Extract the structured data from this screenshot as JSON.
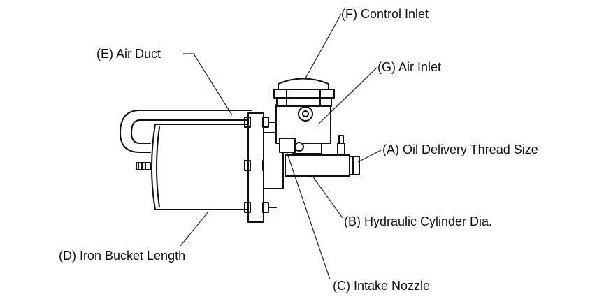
{
  "labels": {
    "control_inlet": "(F) Control Inlet",
    "air_duct": "(E) Air Duct",
    "air_inlet": "(G) Air Inlet",
    "oil_delivery": "(A) Oil Delivery Thread Size",
    "hydraulic_cylinder": "(B) Hydraulic Cylinder Dia.",
    "iron_bucket": "(D) Iron Bucket Length",
    "intake_nozzle": "(C) Intake Nozzle"
  },
  "colors": {
    "ink": "#111111",
    "background": "#ffffff"
  }
}
